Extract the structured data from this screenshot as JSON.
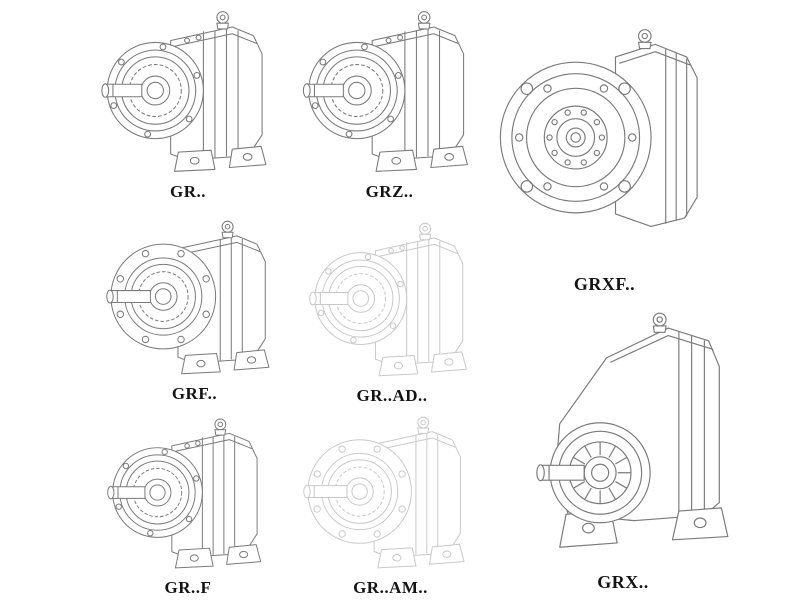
{
  "page": {
    "background_color": "#ffffff",
    "line_color": "#7a7a7a",
    "faded_line_color": "#c9c9c9",
    "label_color": "#141414"
  },
  "products": [
    {
      "id": "gr",
      "label": "GR..",
      "style": "solid",
      "drawing": "helical-gearbox-foot-mounted"
    },
    {
      "id": "grz",
      "label": "GRZ..",
      "style": "solid",
      "drawing": "helical-gearbox-foot-mounted"
    },
    {
      "id": "grxf",
      "label": "GRXF..",
      "style": "solid",
      "drawing": "helical-gearbox-flange-front-view"
    },
    {
      "id": "grf",
      "label": "GRF..",
      "style": "solid",
      "drawing": "helical-gearbox-flange-mounted"
    },
    {
      "id": "grad",
      "label": "GR..AD..",
      "style": "faded",
      "drawing": "helical-gearbox-with-adapter"
    },
    {
      "id": "gr-f",
      "label": "GR..F",
      "style": "solid",
      "drawing": "helical-gearbox-foot-mounted"
    },
    {
      "id": "gram",
      "label": "GR..AM..",
      "style": "faded",
      "drawing": "helical-gearbox-with-adapter-flange"
    },
    {
      "id": "grx",
      "label": "GRX..",
      "style": "solid",
      "drawing": "helical-gearbox-large-foot-mounted"
    }
  ]
}
